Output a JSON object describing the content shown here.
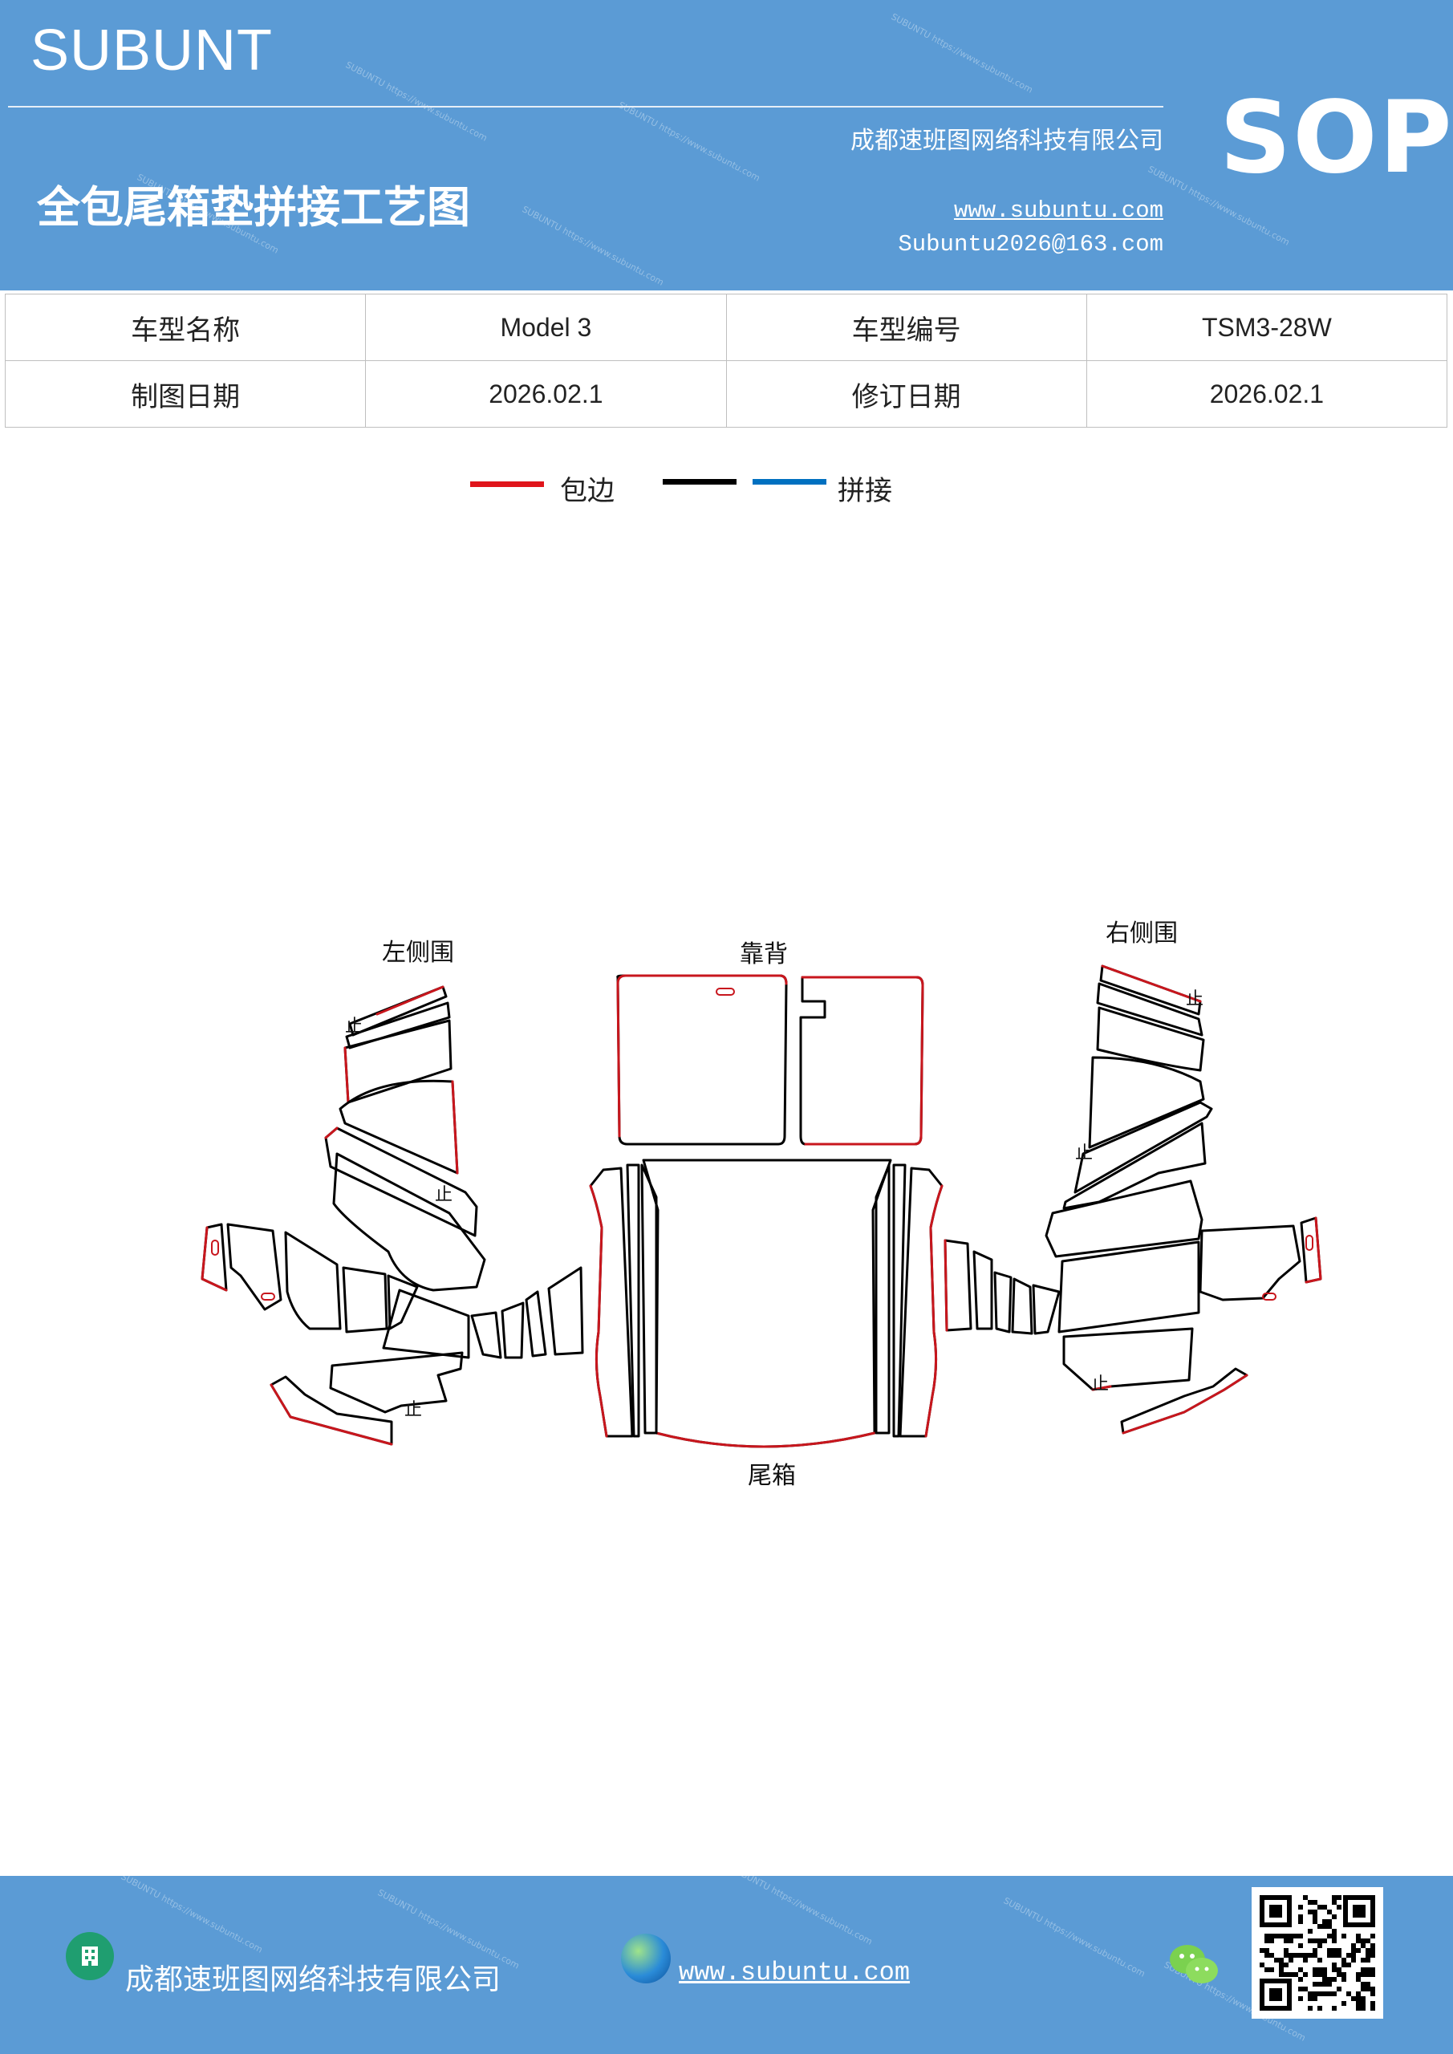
{
  "header": {
    "brand": "SUBUNT",
    "company": "成都速班图网络科技有限公司",
    "title": "全包尾箱垫拼接工艺图",
    "website": "www.subuntu.com",
    "email": "Subuntu2026@163.com",
    "badge": "SOP",
    "background_color": "#5b9bd5"
  },
  "info_table": {
    "rows": [
      {
        "label1": "车型名称",
        "value1": "Model  3",
        "label2": "车型编号",
        "value2": "TSM3-28W"
      },
      {
        "label1": "制图日期",
        "value1": "2026.02.1",
        "label2": "修订日期",
        "value2": "2026.02.1"
      }
    ]
  },
  "legend": {
    "items": [
      {
        "label": "包边",
        "color": "#e0151b"
      },
      {
        "label": "",
        "color": "#000000"
      },
      {
        "label": "拼接",
        "color": "#0070c0"
      }
    ]
  },
  "diagram": {
    "labels": {
      "left": "左侧围",
      "back": "靠背",
      "right": "右侧围",
      "trunk": "尾箱"
    },
    "stop_mark": "止",
    "edge_color": "#c8161d",
    "line_color": "#000000"
  },
  "footer": {
    "company": "成都速班图网络科技有限公司",
    "website": "www.subuntu.com",
    "icons": [
      "building-icon",
      "globe-icon",
      "wechat-icon",
      "qr-code"
    ]
  }
}
